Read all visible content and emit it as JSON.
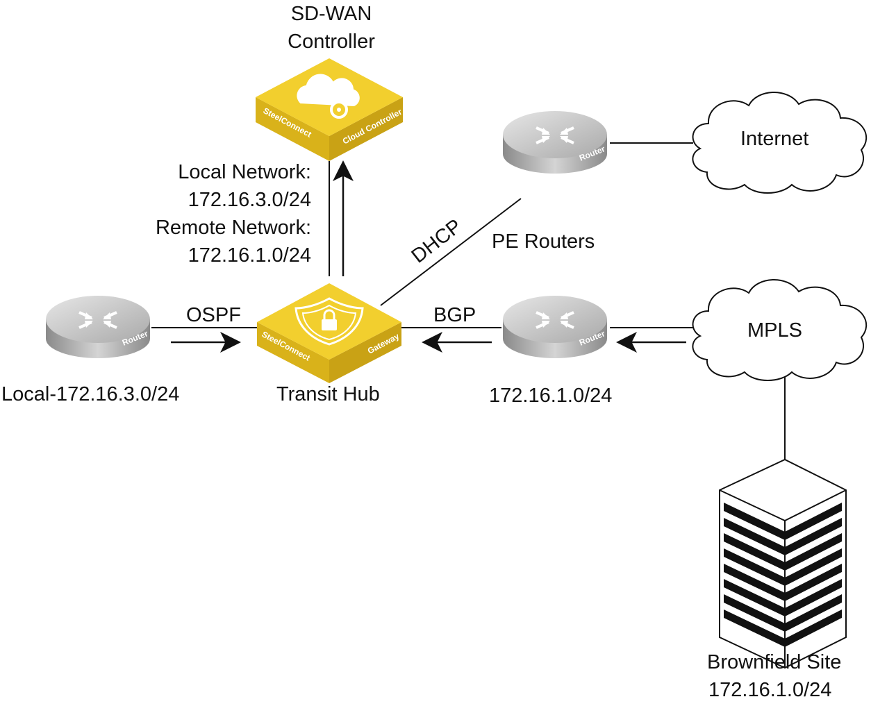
{
  "controller": {
    "title_line1": "SD-WAN",
    "title_line2": "Controller",
    "brand": "SteelConnect",
    "product": "Cloud Controller"
  },
  "gateway": {
    "brand": "SteelConnect",
    "product": "Gateway",
    "label": "Transit Hub"
  },
  "network_info": {
    "local_label": "Local Network:",
    "local_value": "172.16.3.0/24",
    "remote_label": "Remote Network:",
    "remote_value": "172.16.1.0/24"
  },
  "local_router": {
    "device_text": "Router",
    "label": "Local-172.16.3.0/24"
  },
  "pe_routers": {
    "label": "PE Routers",
    "top_device_text": "Router",
    "bottom_device_text": "Router",
    "bottom_subnet": "172.16.1.0/24"
  },
  "protocols": {
    "ospf": "OSPF",
    "bgp": "BGP",
    "dhcp": "DHCP"
  },
  "clouds": {
    "internet": "Internet",
    "mpls": "MPLS"
  },
  "brownfield": {
    "name": "Brownfield Site",
    "subnet": "172.16.1.0/24"
  },
  "colors": {
    "gateway_yellow": "#f2cf2e",
    "gateway_side": "#d9b21a",
    "router_silver": "#c9c9c9",
    "line": "#111111"
  }
}
